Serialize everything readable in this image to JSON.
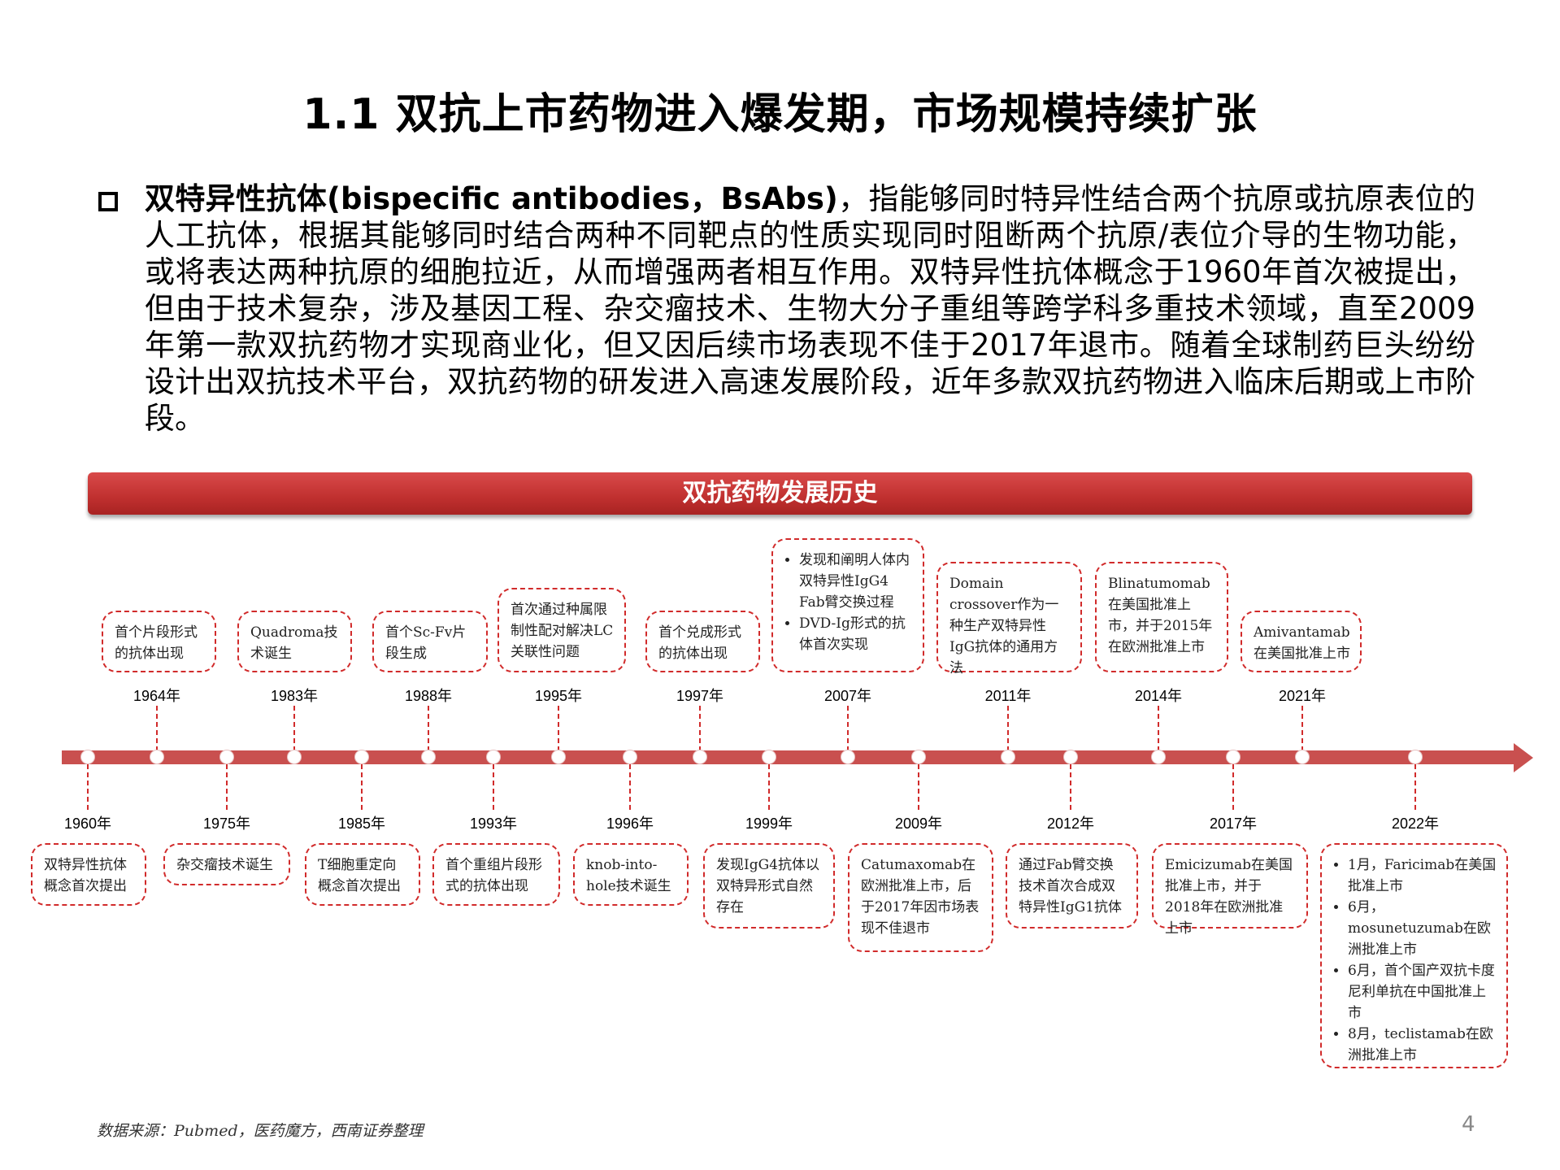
{
  "title": "1.1 双抗上市药物进入爆发期，市场规模持续扩张",
  "intro": {
    "bold": "双特异性抗体(bispecific antibodies，BsAbs)",
    "text": "，指能够同时特异性结合两个抗原或抗原表位的人工抗体，根据其能够同时结合两种不同靶点的性质实现同时阻断两个抗原/表位介导的生物功能，或将表达两种抗原的细胞拉近，从而增强两者相互作用。双特异性抗体概念于1960年首次被提出，但由于技术复杂，涉及基因工程、杂交瘤技术、生物大分子重组等跨学科多重技术领域，直至2009年第一款双抗药物才实现商业化，但又因后续市场表现不佳于2017年退市。随着全球制药巨头纷纷设计出双抗技术平台，双抗药物的研发进入高速发展阶段，近年多款双抗药物进入临床后期或上市阶段。"
  },
  "banner": "双抗药物发展历史",
  "timeline": [
    {
      "year": "1960年",
      "side": "bottom",
      "text": "双特异性抗体概念首次提出"
    },
    {
      "year": "1964年",
      "side": "top",
      "text": "首个片段形式的抗体出现"
    },
    {
      "year": "1975年",
      "side": "bottom",
      "text": "杂交瘤技术诞生"
    },
    {
      "year": "1983年",
      "side": "top",
      "text": "Quadroma技术诞生"
    },
    {
      "year": "1985年",
      "side": "bottom",
      "text": "T细胞重定向概念首次提出"
    },
    {
      "year": "1988年",
      "side": "top",
      "text": "首个Sc-Fv片段生成"
    },
    {
      "year": "1993年",
      "side": "bottom",
      "text": "首个重组片段形式的抗体出现"
    },
    {
      "year": "1995年",
      "side": "top",
      "text": "首次通过种属限制性配对解决LC关联性问题"
    },
    {
      "year": "1996年",
      "side": "bottom",
      "text": "knob-into-hole技术诞生"
    },
    {
      "year": "1997年",
      "side": "top",
      "text": "首个兑成形式的抗体出现"
    },
    {
      "year": "1999年",
      "side": "bottom",
      "text": "发现IgG4抗体以双特异形式自然存在"
    },
    {
      "year": "2007年",
      "side": "top",
      "bullets": [
        "发现和阐明人体内双特异性IgG4 Fab臂交换过程",
        "DVD-Ig形式的抗体首次实现"
      ]
    },
    {
      "year": "2009年",
      "side": "bottom",
      "text": "Catumaxomab在欧洲批准上市，后于2017年因市场表现不佳退市"
    },
    {
      "year": "2011年",
      "side": "top",
      "text": "Domain crossover作为一种生产双特异性IgG抗体的通用方法"
    },
    {
      "year": "2012年",
      "side": "bottom",
      "text": "通过Fab臂交换技术首次合成双特异性IgG1抗体"
    },
    {
      "year": "2014年",
      "side": "top",
      "text": "Blinatumomab在美国批准上市，并于2015年在欧洲批准上市"
    },
    {
      "year": "2017年",
      "side": "bottom",
      "text": "Emicizumab在美国批准上市，并于2018年在欧洲批准上市"
    },
    {
      "year": "2021年",
      "side": "top",
      "text": "Amivantamab在美国批准上市"
    },
    {
      "year": "2022年",
      "side": "bottom",
      "bullets": [
        "1月，Faricimab在美国批准上市",
        "6月，mosunetuzumab在欧洲批准上市",
        "6月，首个国产双抗卡度尼利单抗在中国批准上市",
        "8月，teclistamab在欧洲批准上市"
      ]
    }
  ],
  "source": "数据来源：Pubmed，医药魔方，西南证券整理",
  "page_number": "4",
  "colors": {
    "accent": "#c9302f",
    "axis": "#c9504f",
    "dashed_border": "#d12b2b"
  }
}
